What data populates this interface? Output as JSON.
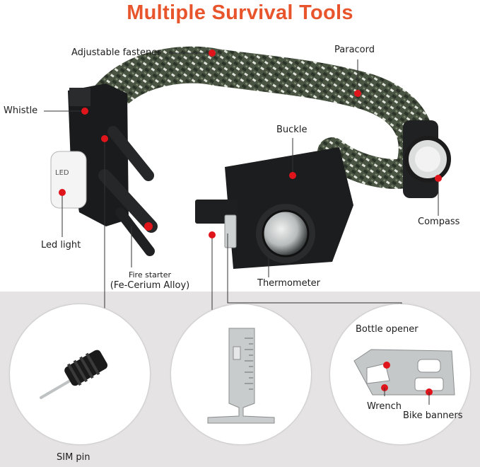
{
  "title": "Multiple Survival Tools",
  "callouts": {
    "adjustable_fastener": "Adjustable fastener",
    "paracord": "Paracord",
    "whistle": "Whistle",
    "buckle": "Buckle",
    "led_light": "Led light",
    "compass": "Compass",
    "fire_starter": "Fire starter",
    "fire_starter_material": "(Fe-Cerium Alloy)",
    "thermometer": "Thermometer"
  },
  "tools": {
    "sim_pin": "SIM pin",
    "bottle_opener": "Bottle opener",
    "wrench": "Wrench",
    "bike_banners": "Bike banners"
  },
  "colors": {
    "title": "#e8552c",
    "marker": "#e0151b",
    "band": "#e6e3e4"
  }
}
